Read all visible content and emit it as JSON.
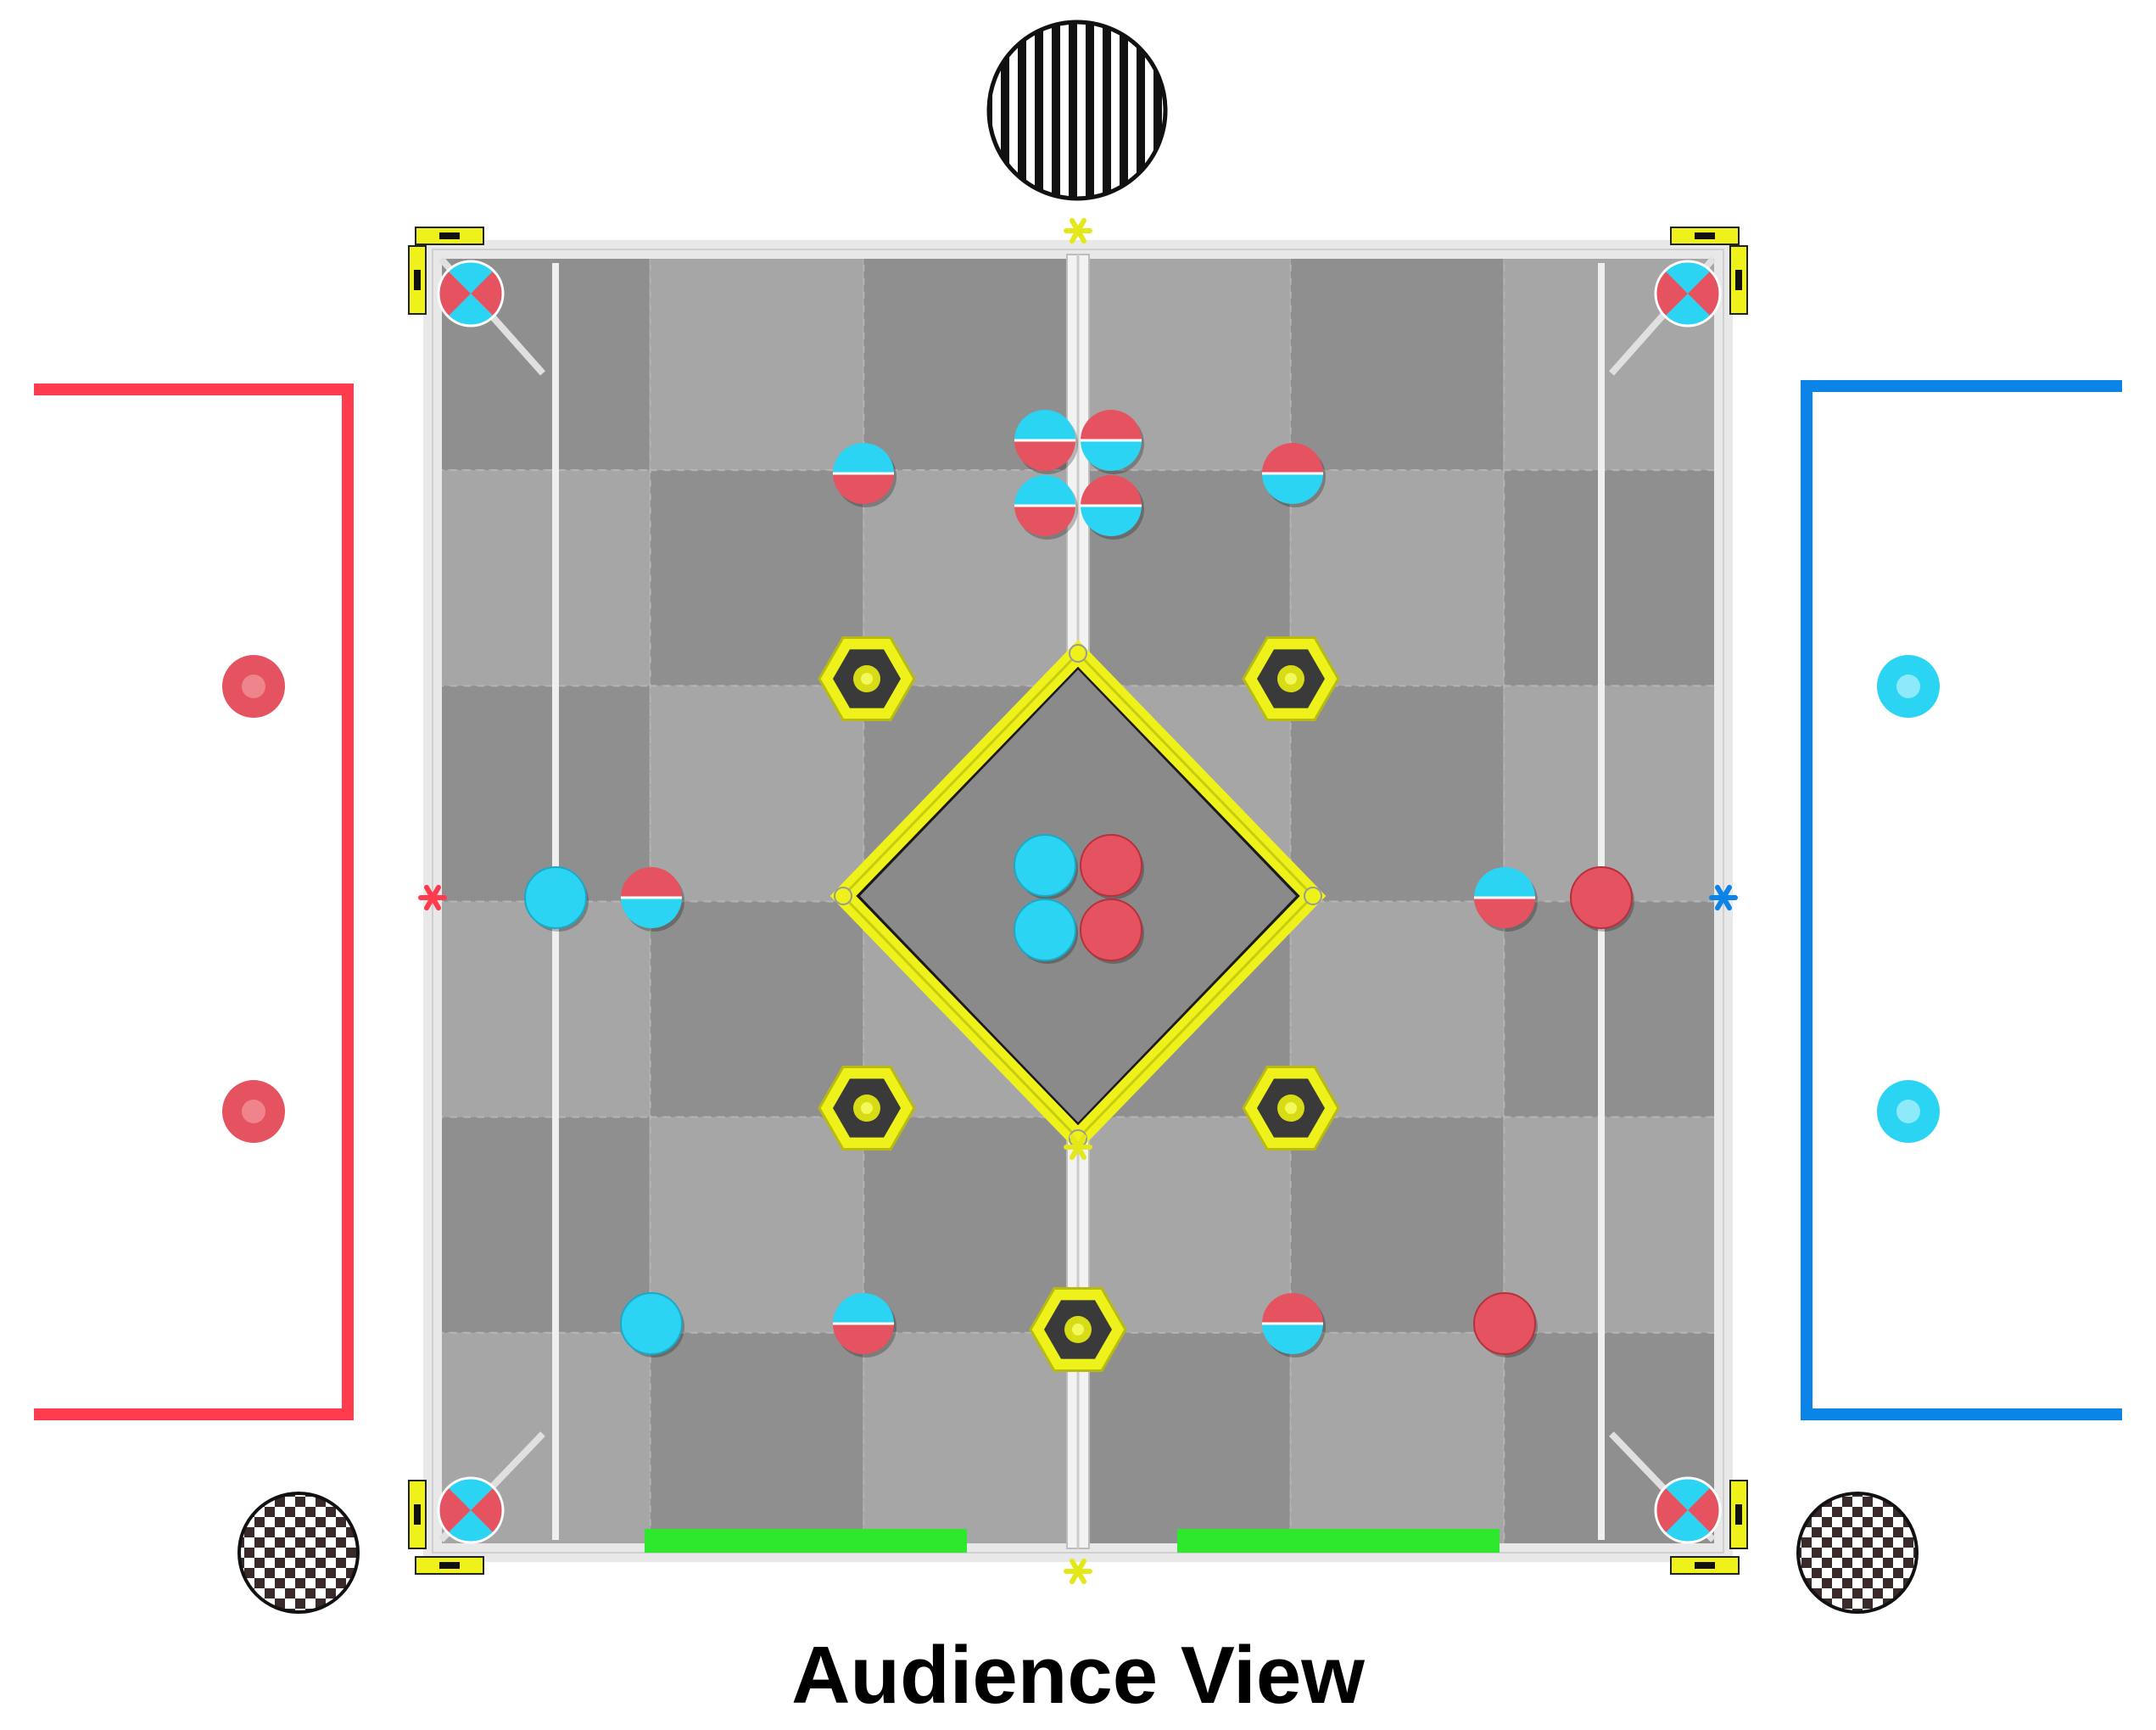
{
  "caption": "Audience View",
  "colors": {
    "red_alliance": "#ff3b4e",
    "blue_alliance": "#0a84e6",
    "red_disc": "#e4535f",
    "blue_disc": "#2ad4f2",
    "tile_light": "#a6a6a6",
    "tile_dark": "#8f8f8f",
    "goal_frame": "#eef21a",
    "barrier": "#f2f2f2",
    "low_goal_tape": "#2ee82e"
  },
  "icons": {
    "vertical-stripes-target": "top-center",
    "checkerboard-target": "bottom-corners",
    "color-wheel-disc": "field-corners",
    "hex-goal-post": "field-interior",
    "anchor-asterisk": "field-edges"
  },
  "field": {
    "tiles_across": 6,
    "tiles_down": 6
  }
}
